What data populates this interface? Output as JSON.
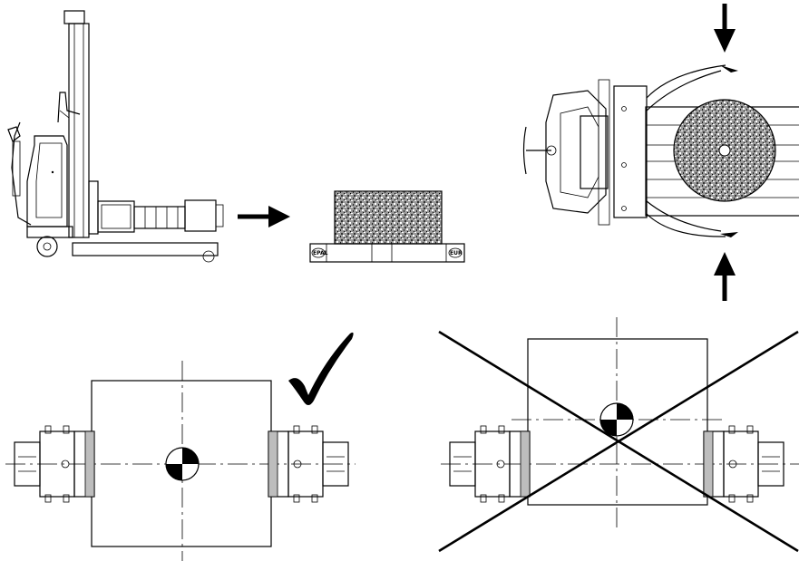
{
  "pallet": {
    "left_stamp": "EPAL",
    "right_stamp": "EUR"
  },
  "colors": {
    "ink": "#000000",
    "background": "#ffffff",
    "load_fill": "#8a8a8a"
  },
  "panels": {
    "top_left": "side-view-stacker-with-clamp",
    "top_middle": "load-on-pallet",
    "top_right": "clamp-gripping-round-load",
    "bottom_left": "correct-centered-grip",
    "bottom_right": "incorrect-off-center-grip"
  },
  "icons": [
    "arrow-right-icon",
    "arrow-down-icon",
    "arrow-up-icon",
    "checkmark-icon",
    "cross-icon",
    "center-of-gravity-icon"
  ]
}
